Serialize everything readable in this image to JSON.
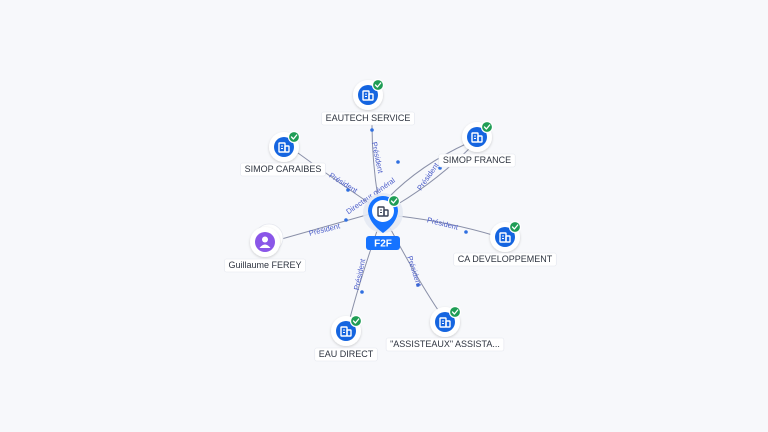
{
  "center": {
    "label": "F2F",
    "icon": "building-icon",
    "verified": true
  },
  "nodes": [
    {
      "id": "eautech",
      "label": "EAUTECH SERVICE",
      "kind": "company",
      "icon": "building-icon",
      "verified": true
    },
    {
      "id": "simop-caraibes",
      "label": "SIMOP CARAIBES",
      "kind": "company",
      "icon": "building-icon",
      "verified": true
    },
    {
      "id": "simop-france",
      "label": "SIMOP FRANCE",
      "kind": "company",
      "icon": "building-icon",
      "verified": true
    },
    {
      "id": "ferey",
      "label": "Guillaume FEREY",
      "kind": "person",
      "icon": "person-icon",
      "verified": false
    },
    {
      "id": "ca-dev",
      "label": "CA DEVELOPPEMENT",
      "kind": "company",
      "icon": "building-icon",
      "verified": true
    },
    {
      "id": "eau-direct",
      "label": "EAU DIRECT",
      "kind": "company",
      "icon": "building-icon",
      "verified": true
    },
    {
      "id": "assisteaux",
      "label": "\"ASSISTEAUX\" ASSISTA...",
      "kind": "company",
      "icon": "building-icon",
      "verified": true
    }
  ],
  "edges": [
    {
      "from": "center",
      "to": "eautech",
      "label": "Président"
    },
    {
      "from": "center",
      "to": "simop-caraibes",
      "label": "Président"
    },
    {
      "from": "center",
      "to": "simop-france",
      "label": "Directeur général"
    },
    {
      "from": "center",
      "to": "simop-france",
      "label": "Président"
    },
    {
      "from": "ferey",
      "to": "center",
      "label": "Président"
    },
    {
      "from": "center",
      "to": "ca-dev",
      "label": "Président"
    },
    {
      "from": "center",
      "to": "eau-direct",
      "label": "Président"
    },
    {
      "from": "center",
      "to": "assisteaux",
      "label": "Président"
    }
  ],
  "colors": {
    "company_icon": "#1565e0",
    "person_icon": "#8a56e8",
    "verified_badge": "#1f9d55",
    "center_tag": "#1673ff",
    "edge_label": "#4a5cc9"
  }
}
